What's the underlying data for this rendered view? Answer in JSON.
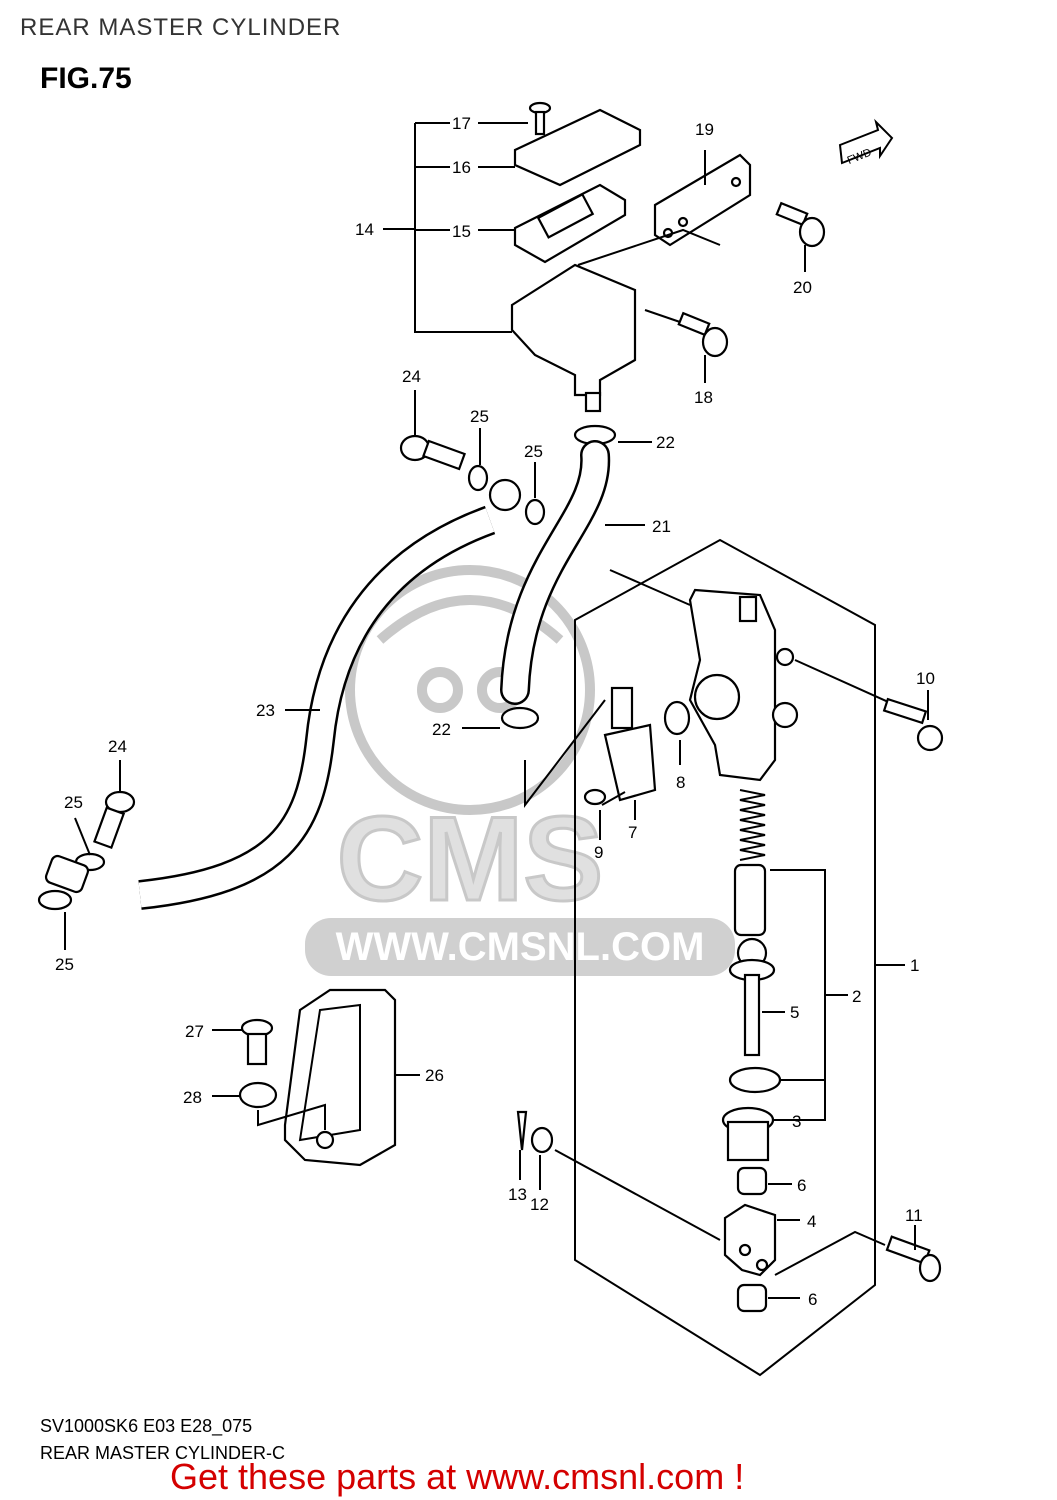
{
  "header": {
    "title": "REAR MASTER CYLINDER",
    "figure": "FIG.75"
  },
  "badge": {
    "fwd": "FWD"
  },
  "watermark": {
    "text": "WWW.CMSNL.COM",
    "brand": "CMS"
  },
  "callouts": [
    "1",
    "2",
    "3",
    "4",
    "5",
    "6",
    "6",
    "7",
    "8",
    "9",
    "10",
    "11",
    "12",
    "13",
    "14",
    "15",
    "16",
    "17",
    "18",
    "19",
    "20",
    "21",
    "22",
    "22",
    "23",
    "24",
    "24",
    "25",
    "25",
    "25",
    "25",
    "26",
    "27",
    "28"
  ],
  "footer": {
    "code": "SV1000SK6 E03 E28_075",
    "subtitle": "REAR MASTER CYLINDER-C",
    "cta": "Get these parts at www.cmsnl.com !"
  },
  "colors": {
    "cta": "#d40000",
    "watermark": "#c8c8c8"
  }
}
